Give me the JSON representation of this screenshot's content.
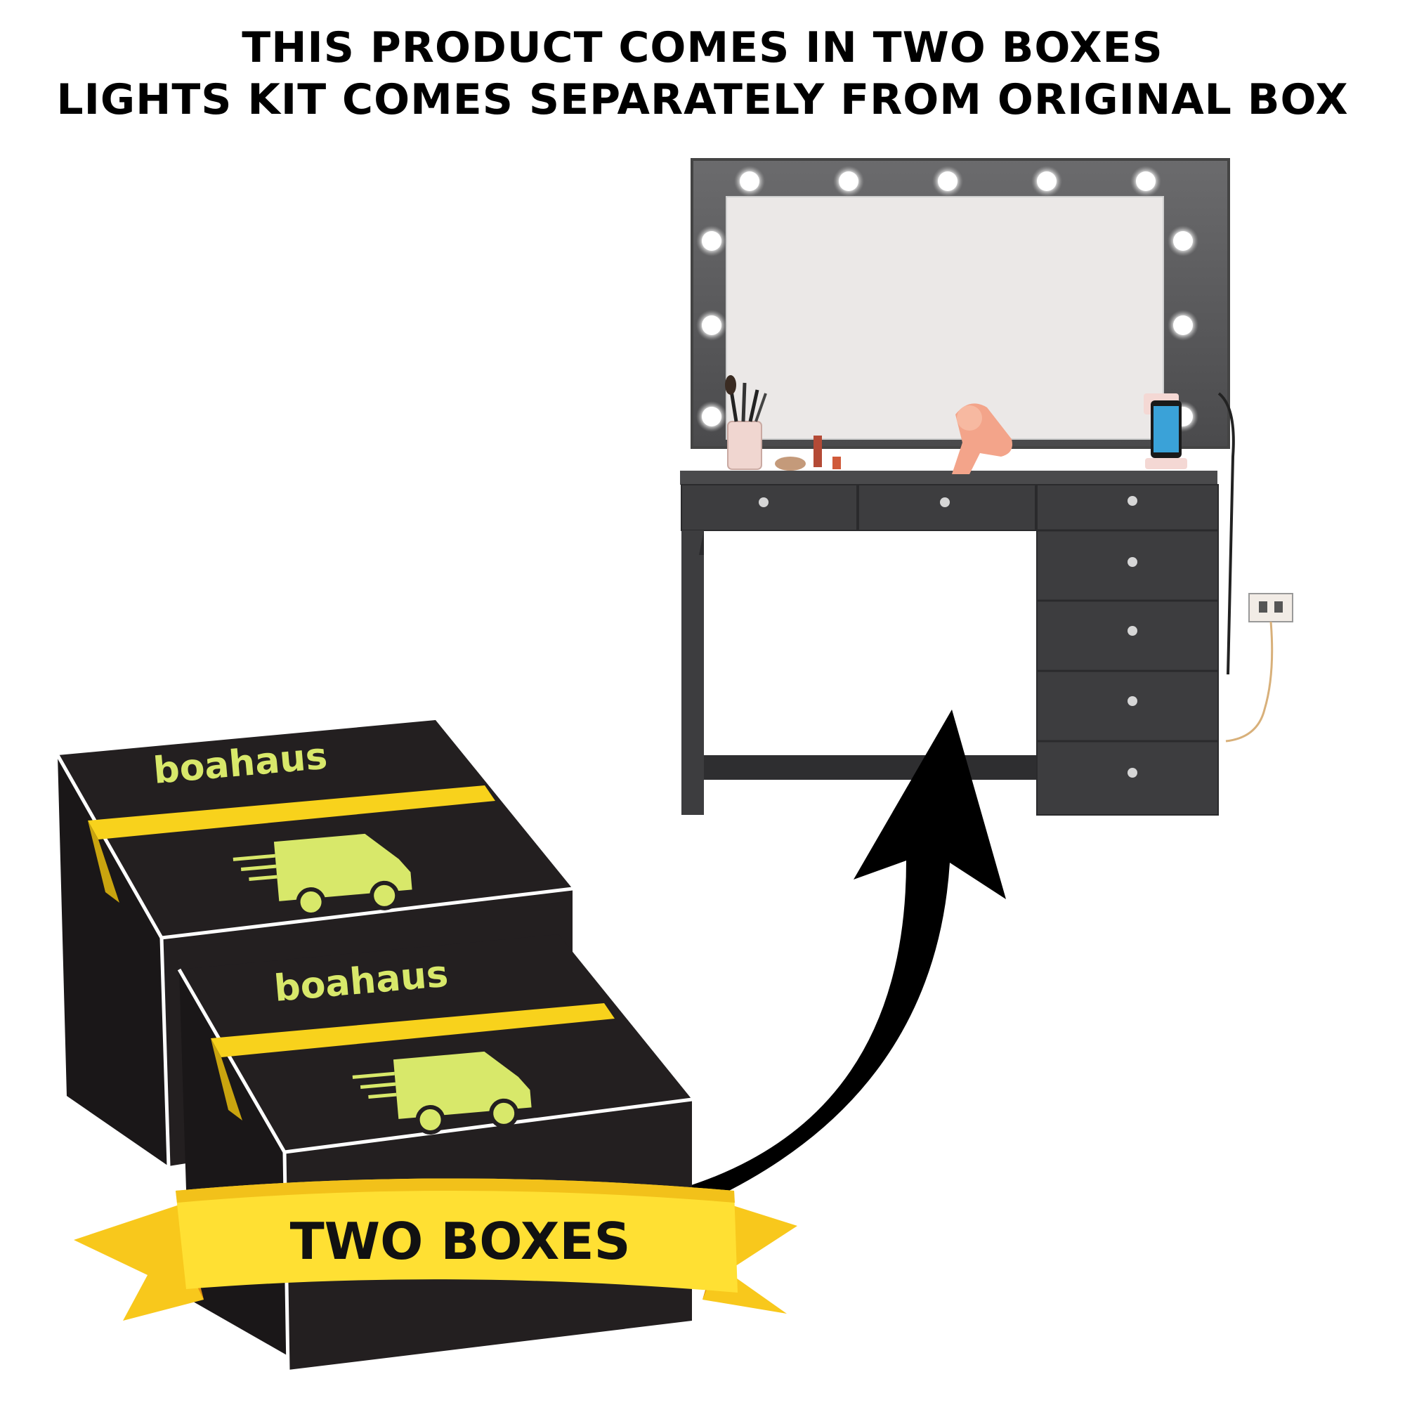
{
  "header": {
    "line1": "THIS PRODUCT COMES IN TWO BOXES",
    "line2": "LIGHTS KIT COMES SEPARATELY FROM ORIGINAL BOX"
  },
  "boxes": {
    "brand_logo_text": "boahaus",
    "banner_label": "TWO BOXES"
  },
  "colors": {
    "box_black": "#231f20",
    "box_edge": "#ffffff",
    "tape_yellow": "#f8d21c",
    "tape_shadow": "#c9a40f",
    "logo_lime": "#d8e86a",
    "ribbon_yellow": "#ffe033",
    "ribbon_orange": "#f39c12",
    "vanity_gray": "#3d3d3f",
    "mirror_frame": "#5a5a5c",
    "mirror_glass": "#ebe8e7"
  },
  "icons": {
    "delivery_truck": "delivery-truck-icon",
    "arrow": "curved-arrow-icon",
    "phone": "phone-icon"
  }
}
